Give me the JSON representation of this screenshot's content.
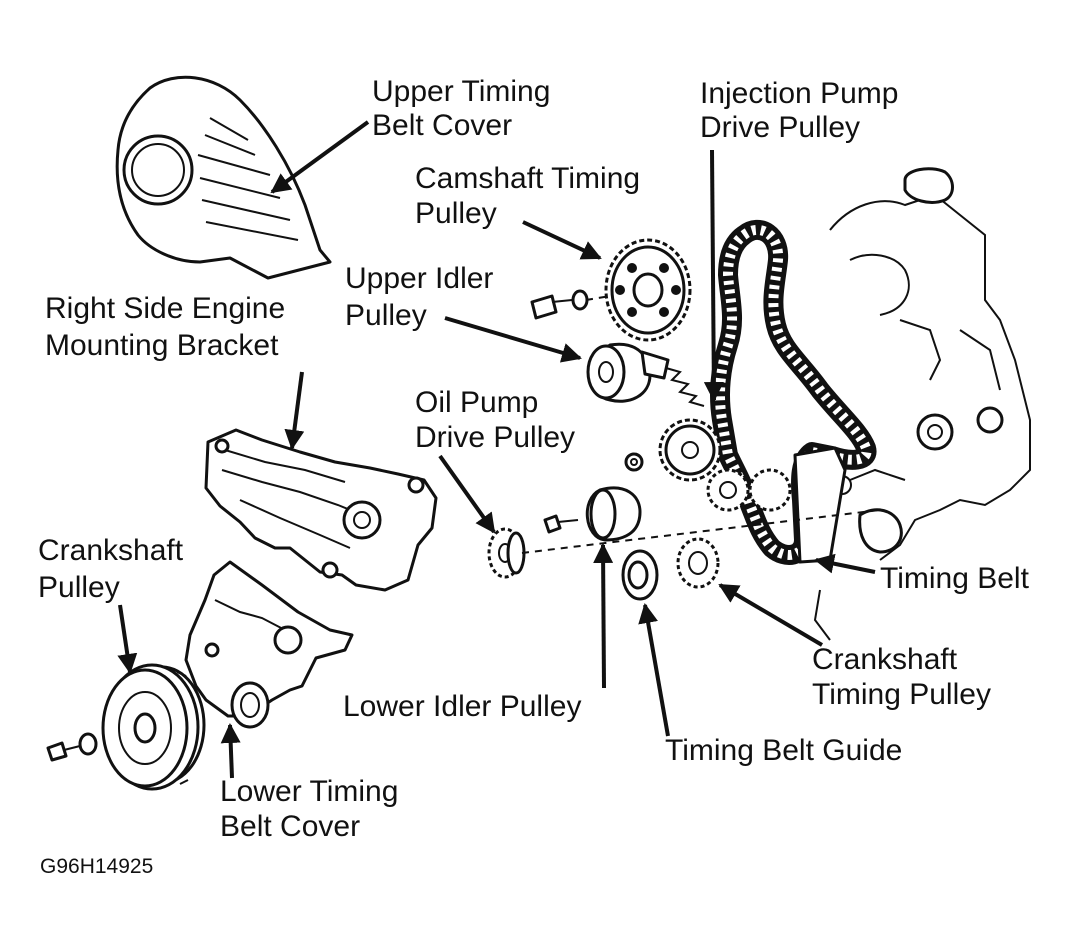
{
  "labels": {
    "upper_timing_belt_cover": [
      "Upper Timing",
      "Belt Cover"
    ],
    "injection_pump_drive_pulley": [
      "Injection Pump",
      "Drive Pulley"
    ],
    "camshaft_timing_pulley": [
      "Camshaft Timing",
      "Pulley"
    ],
    "upper_idler_pulley": [
      "Upper Idler",
      "Pulley"
    ],
    "right_side_engine_mounting_bracket": [
      "Right Side Engine",
      "Mounting Bracket"
    ],
    "oil_pump_drive_pulley": [
      "Oil Pump",
      "Drive Pulley"
    ],
    "crankshaft_pulley": [
      "Crankshaft",
      "Pulley"
    ],
    "timing_belt": [
      "Timing Belt"
    ],
    "crankshaft_timing_pulley": [
      "Crankshaft",
      "Timing Pulley"
    ],
    "lower_idler_pulley": [
      "Lower Idler Pulley"
    ],
    "timing_belt_guide": [
      "Timing Belt Guide"
    ],
    "lower_timing_belt_cover": [
      "Lower Timing",
      "Belt Cover"
    ]
  },
  "figure_code": "G96H14925"
}
